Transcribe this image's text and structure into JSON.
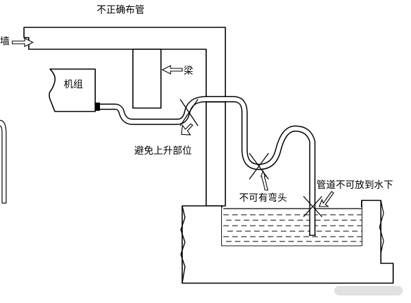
{
  "title": "不正确布管",
  "labels": {
    "wall": "墙",
    "beam": "梁",
    "unit": "机组",
    "avoid_rise": "避免上升部位",
    "no_bend": "不可有弯头",
    "no_underwater": "管道不可放到水下"
  },
  "colors": {
    "line": "#000000",
    "background": "#ffffff",
    "water_dash": "#000000"
  },
  "icons": [
    "left-arrow-icon",
    "x-mark-icon",
    "pointer-arrow-icon"
  ]
}
